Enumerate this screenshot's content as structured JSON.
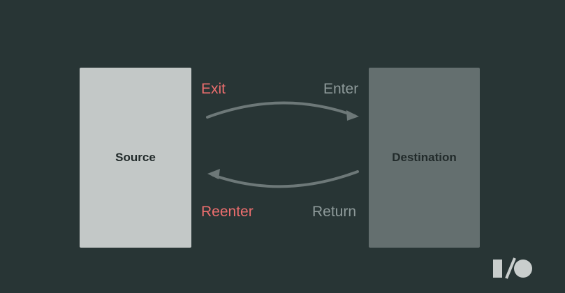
{
  "diagram": {
    "source_label": "Source",
    "destination_label": "Destination",
    "exit_label": "Exit",
    "enter_label": "Enter",
    "reenter_label": "Reenter",
    "return_label": "Return"
  },
  "colors": {
    "background": "#283535",
    "source_box": "#c3c8c7",
    "destination_box": "#646f6f",
    "accent_label": "#ec6e6e",
    "muted_label": "#8e9a9a",
    "arrow": "#6d7878",
    "logo": "#c9cecd"
  },
  "icons": {
    "logo": "io-logo-icon"
  }
}
